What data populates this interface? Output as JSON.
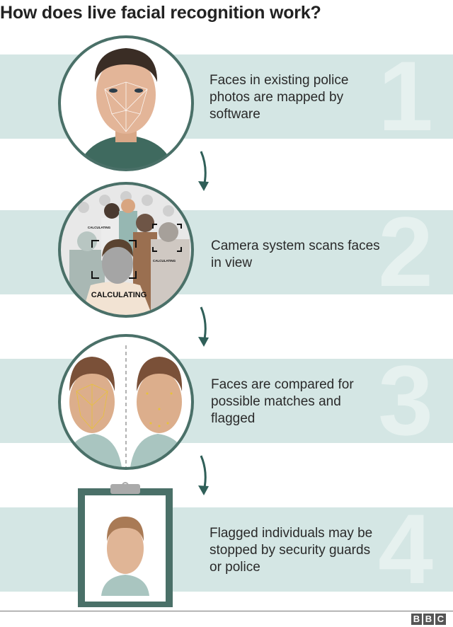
{
  "title": "How does live facial recognition work?",
  "steps": [
    {
      "number": "1",
      "text": "Faces in existing police photos are mapped by software"
    },
    {
      "number": "2",
      "text": "Camera system scans faces in view"
    },
    {
      "number": "3",
      "text": "Faces are compared for possible matches and flagged"
    },
    {
      "number": "4",
      "text": "Flagged individuals may be stopped by security guards or police"
    }
  ],
  "scan_labels": {
    "main": "CALCULATING",
    "small_left": "CALCULATING",
    "small_right": "CALCULATING"
  },
  "logo": [
    "B",
    "B",
    "C"
  ],
  "colors": {
    "band": "#d4e6e4",
    "accent": "#2f5f58",
    "ring": "#4a7068"
  }
}
